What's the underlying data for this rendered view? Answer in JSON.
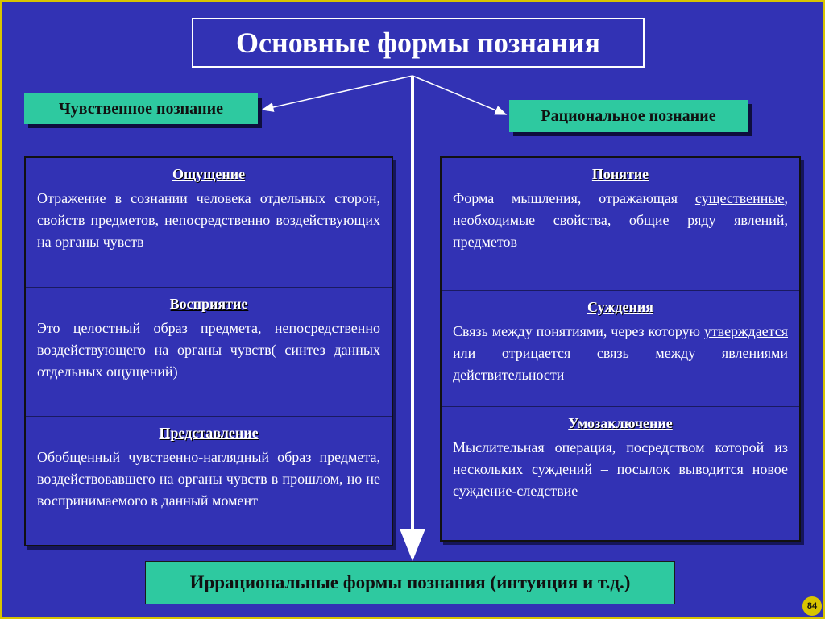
{
  "title": "Основные формы познания",
  "left_label": "Чувственное познание",
  "right_label": "Рациональное познание",
  "bottom_label": "Иррациональные формы познания (интуиция и т.д.)",
  "left_sections": [
    {
      "heading": "Ощущение",
      "parts": [
        "Отражение в сознании человека отдельных сторон, свойств предметов, непосредственно воздействующих на органы чувств"
      ]
    },
    {
      "heading": "Восприятие",
      "parts": [
        "Это ",
        "целостный",
        " образ предмета, непосредственно воздействующего на органы чувств( синтез данных отдельных ощущений)"
      ]
    },
    {
      "heading": "Представление",
      "parts": [
        "Обобщенный чувственно-наглядный образ предмета, воздействовавшего на органы чувств в прошлом, но не воспринимаемого в данный момент"
      ]
    }
  ],
  "right_sections": [
    {
      "heading": "Понятие",
      "parts": [
        "Форма мышления, отражающая ",
        "существенные",
        ", ",
        "необходимые",
        " свойства, ",
        "общие",
        " ряду явлений, предметов"
      ]
    },
    {
      "heading": "Суждения",
      "parts": [
        "Связь между понятиями, через которую ",
        "утверждается",
        " или ",
        "отрицается",
        " связь между явлениями действительности"
      ]
    },
    {
      "heading": "Умозаключение",
      "parts": [
        "Мыслительная операция, посредством которой из нескольких суждений – посылок выводится новое суждение-следствие"
      ]
    }
  ],
  "page_number": "84",
  "colors": {
    "background": "#3232b4",
    "label_fill": "#2ec9a0",
    "frame": "#d8c400",
    "arrow": "#ffffff"
  }
}
